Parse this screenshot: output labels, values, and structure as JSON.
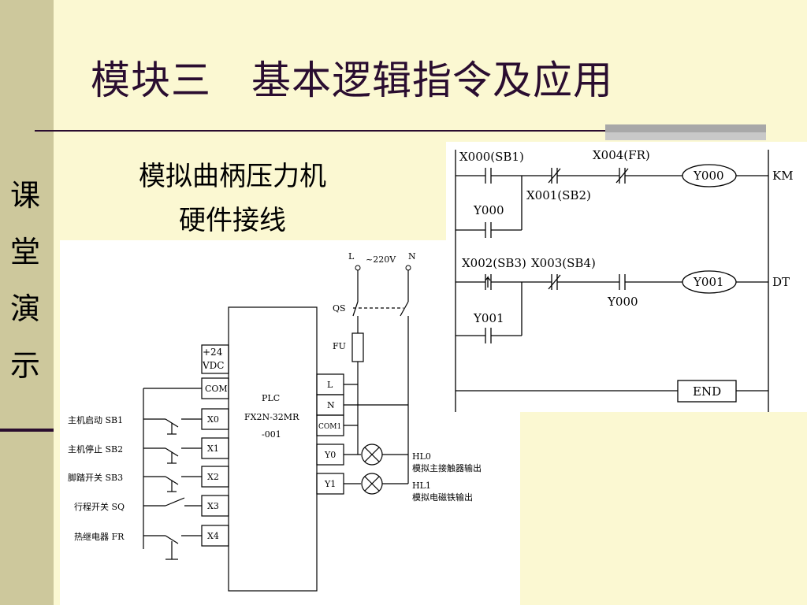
{
  "slide": {
    "title": "模块三　基本逻辑指令及应用",
    "sidebar_label": [
      "课",
      "堂",
      "演",
      "示"
    ],
    "caption": [
      "模拟曲柄压力机",
      "硬件接线"
    ]
  },
  "wiring": {
    "supply": {
      "l": "L",
      "voltage": "~220V",
      "n": "N",
      "qs": "QS",
      "fu": "FU"
    },
    "power": [
      "+24",
      "VDC"
    ],
    "plc": [
      "PLC",
      "FX2N-32MR",
      "-001"
    ],
    "input_terms": [
      "COM",
      "X0",
      "X1",
      "X2",
      "X3",
      "X4"
    ],
    "output_terms": [
      "L",
      "N",
      "COM1",
      "Y0",
      "Y1"
    ],
    "inputs": [
      "主机启动 SB1",
      "主机停止 SB2",
      "脚踏开关 SB3",
      "行程开关 SQ",
      "热继电器 FR"
    ],
    "lamps": [
      {
        "id": "HL0",
        "desc": "模拟主接触器输出"
      },
      {
        "id": "HL1",
        "desc": "模拟电磁铁输出"
      }
    ]
  },
  "ladder": {
    "rung1": {
      "c1": "X000(SB1)",
      "c2": "X001(SB2)",
      "c3": "X004(FR)",
      "hold": "Y000",
      "coil": "Y000",
      "label": "KM"
    },
    "rung2": {
      "c1": "X002(SB3)",
      "c2": "X003(SB4)",
      "c3": "Y000",
      "hold": "Y001",
      "coil": "Y001",
      "label": "DT"
    },
    "end": "END"
  }
}
